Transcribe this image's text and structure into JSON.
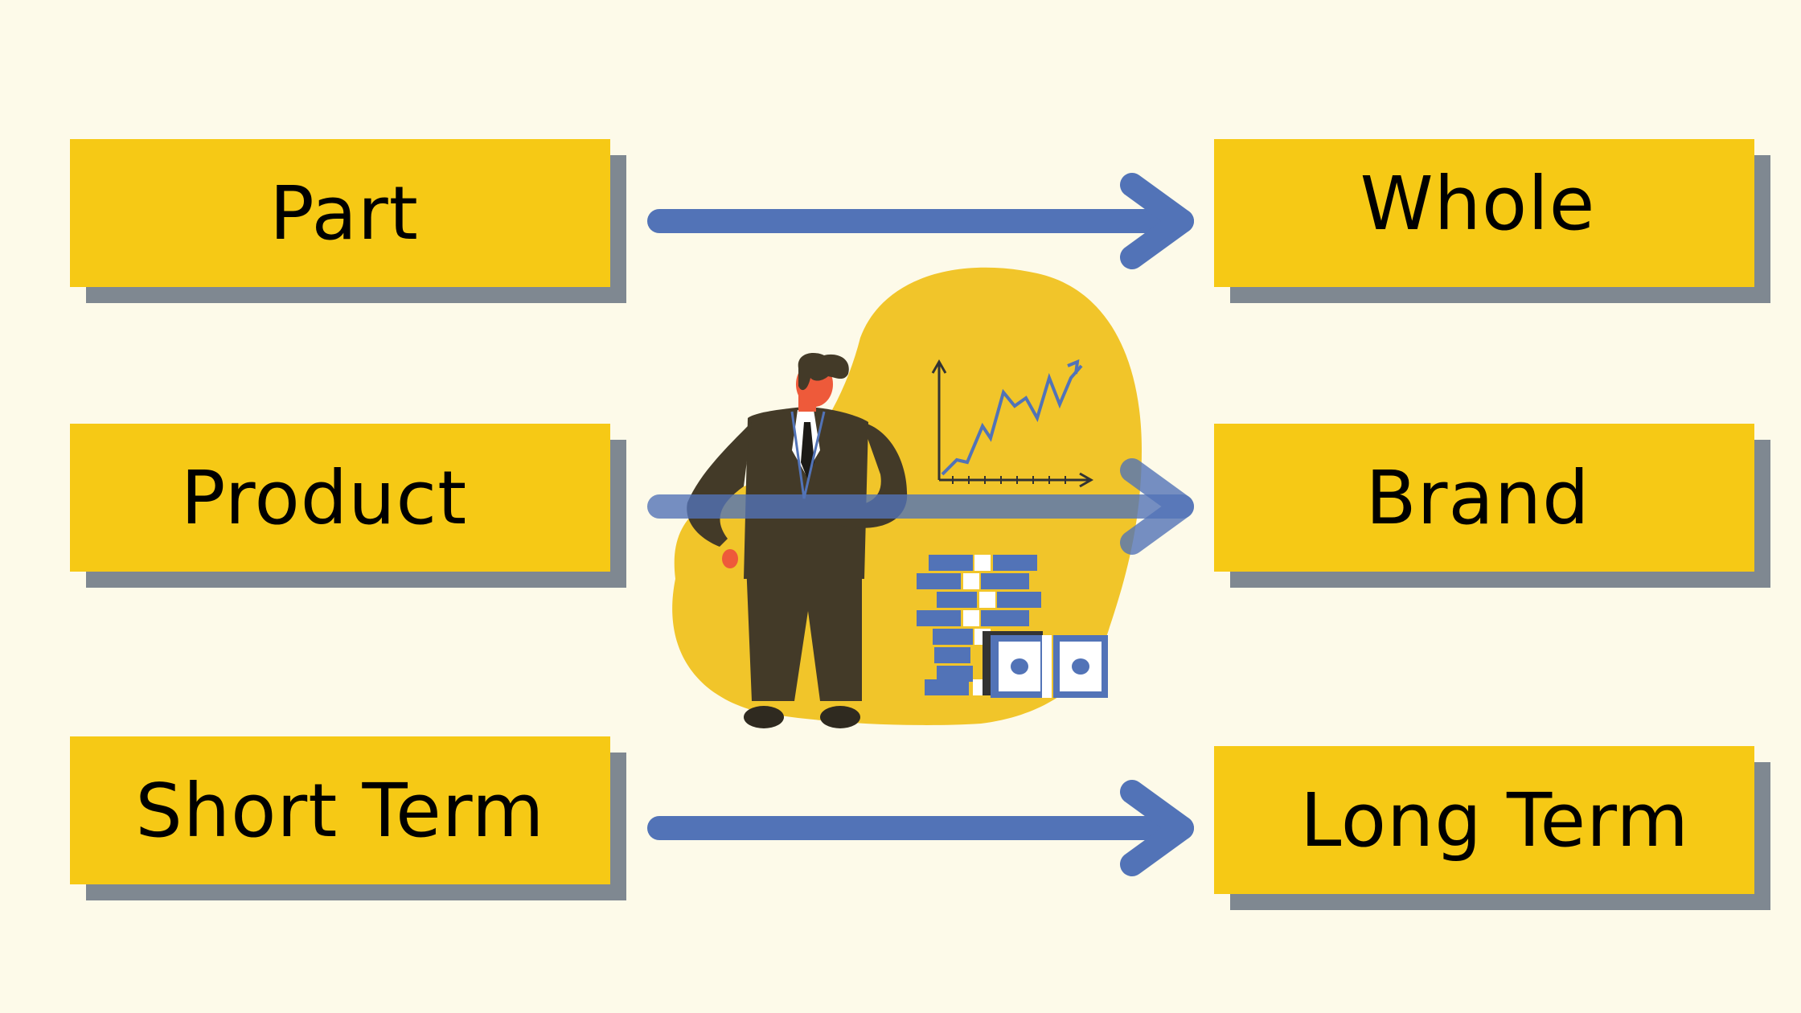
{
  "left_column": {
    "items": [
      {
        "label": "Part"
      },
      {
        "label": "Product"
      },
      {
        "label": "Short Term"
      }
    ]
  },
  "right_column": {
    "items": [
      {
        "label": "Whole"
      },
      {
        "label": "Brand"
      },
      {
        "label": "Long Term"
      }
    ]
  },
  "colors": {
    "background": "#fdfae9",
    "box_fill": "#f6c915",
    "box_shadow": "#7f8891",
    "arrow": "#5273b7",
    "blob": "#f1c52a",
    "suit": "#433a28",
    "skin": "#ee5a3a"
  },
  "illustration": {
    "description_icon": "businessman-with-growth-chart-and-money-icon"
  }
}
